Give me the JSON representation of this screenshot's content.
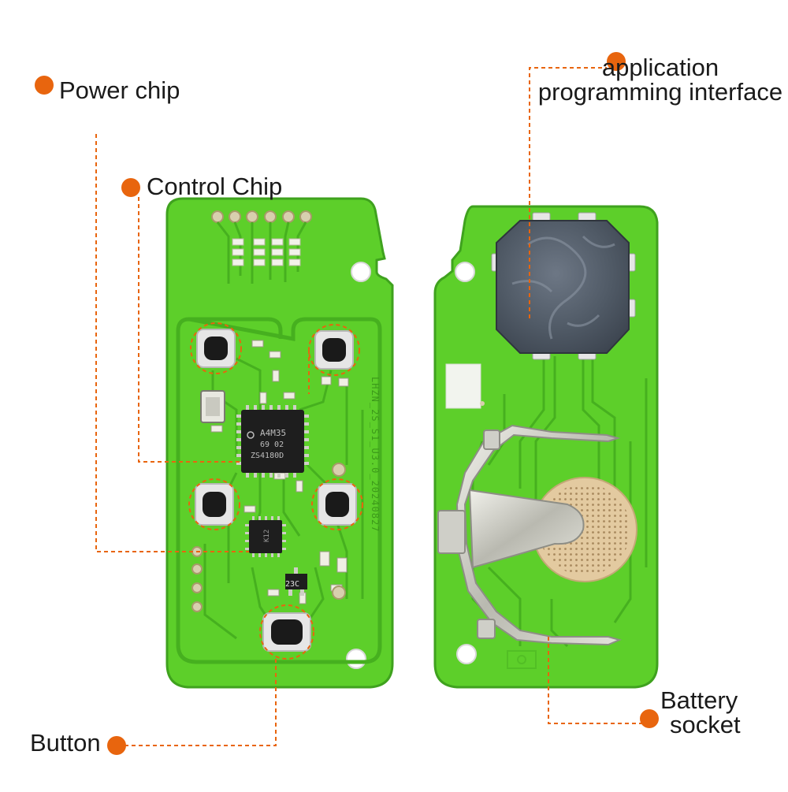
{
  "callouts": {
    "power_chip": "Power chip",
    "control_chip": "Control Chip",
    "api_line1": "application",
    "api_line2": "programming interface",
    "battery_line1": "Battery",
    "battery_line2": "socket",
    "button": "Button"
  },
  "board_markings": {
    "mcu_line1": "A4M35",
    "mcu_line2": "69 02",
    "mcu_line3": "ZS4180D",
    "small_chip": "K12",
    "transistor": "23C",
    "silkscreen": "LHZN_2S_S1_U3.0_20240827"
  },
  "colors": {
    "accent_dot": "#e8650e",
    "leader_line": "#e8650e",
    "pcb_green": "#5dcf2a",
    "pcb_edge": "#3fa21e",
    "copper_trace": "#4cb823",
    "button_pad": "#d9d9d9",
    "battery_contact": "#c8c8c0",
    "coin_cell_pad": "#e3caa0",
    "programming_module": "#505a66"
  }
}
